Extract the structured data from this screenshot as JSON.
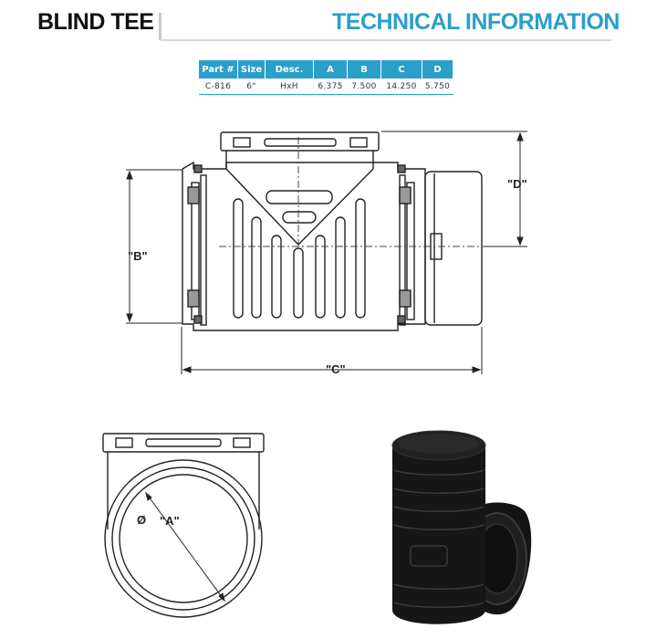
{
  "header": {
    "title": "BLIND TEE",
    "section": "TECHNICAL INFORMATION",
    "accent_color": "#2a9fc9"
  },
  "spec_table": {
    "columns": [
      "Part #",
      "Size",
      "Desc.",
      "A",
      "B",
      "C",
      "D"
    ],
    "rows": [
      [
        "C-816",
        "6\"",
        "HxH",
        "6.375",
        "7.500",
        "14.250",
        "5.750"
      ]
    ]
  },
  "drawing": {
    "dim_b": "\"B\"",
    "dim_c": "\"C\"",
    "dim_d": "\"D\"",
    "dim_a": "\"A\"",
    "diameter_symbol": "Ø"
  }
}
